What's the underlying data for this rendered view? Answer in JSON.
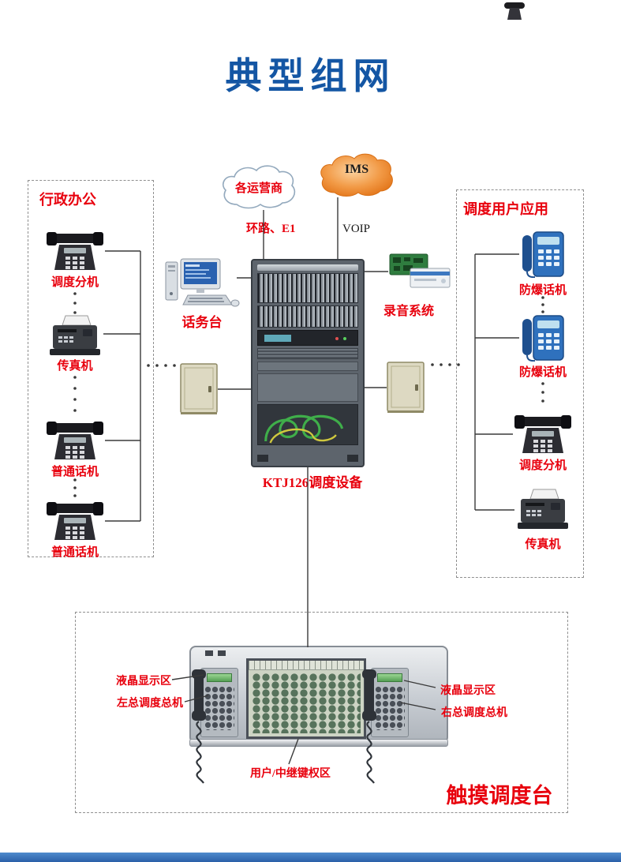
{
  "title": "典型组网",
  "clouds": {
    "operators_label": "各运营商",
    "ims_label": "IMS",
    "loop_label": "环路、E1",
    "voip_label": "VOIP"
  },
  "left_group": {
    "title": "行政办公",
    "items": [
      {
        "label": "调度分机",
        "icon": "desk-phone-icon"
      },
      {
        "label": "传真机",
        "icon": "fax-machine-icon"
      },
      {
        "label": "普通话机",
        "icon": "desk-phone-icon"
      },
      {
        "label": "普通话机",
        "icon": "desk-phone-icon"
      }
    ]
  },
  "right_group": {
    "title": "调度用户应用",
    "items": [
      {
        "label": "防爆话机",
        "icon": "explosion-proof-phone-icon"
      },
      {
        "label": "防爆话机",
        "icon": "explosion-proof-phone-icon"
      },
      {
        "label": "调度分机",
        "icon": "desk-phone-icon"
      },
      {
        "label": "传真机",
        "icon": "fax-machine-icon"
      }
    ]
  },
  "center": {
    "operator_console_label": "话务台",
    "recording_system_label": "录音系统",
    "rack_label": "KTJ126调度设备"
  },
  "touch_console": {
    "title": "触摸调度台",
    "lcd_left_label": "液晶显示区",
    "left_main_label": "左总调度总机",
    "lcd_right_label": "液晶显示区",
    "right_main_label": "右总调度总机",
    "key_area_label": "用户/中继键权区"
  },
  "colors": {
    "title_blue": "#1456a4",
    "label_red": "#e8000d",
    "footer_blue": "#2a5fa8",
    "ims_cloud_orange": "#ea7c1f",
    "explosion_phone_blue": "#2f71bd",
    "cabinet_beige": "#ddd9c2",
    "cable_green": "#3fae4a"
  }
}
